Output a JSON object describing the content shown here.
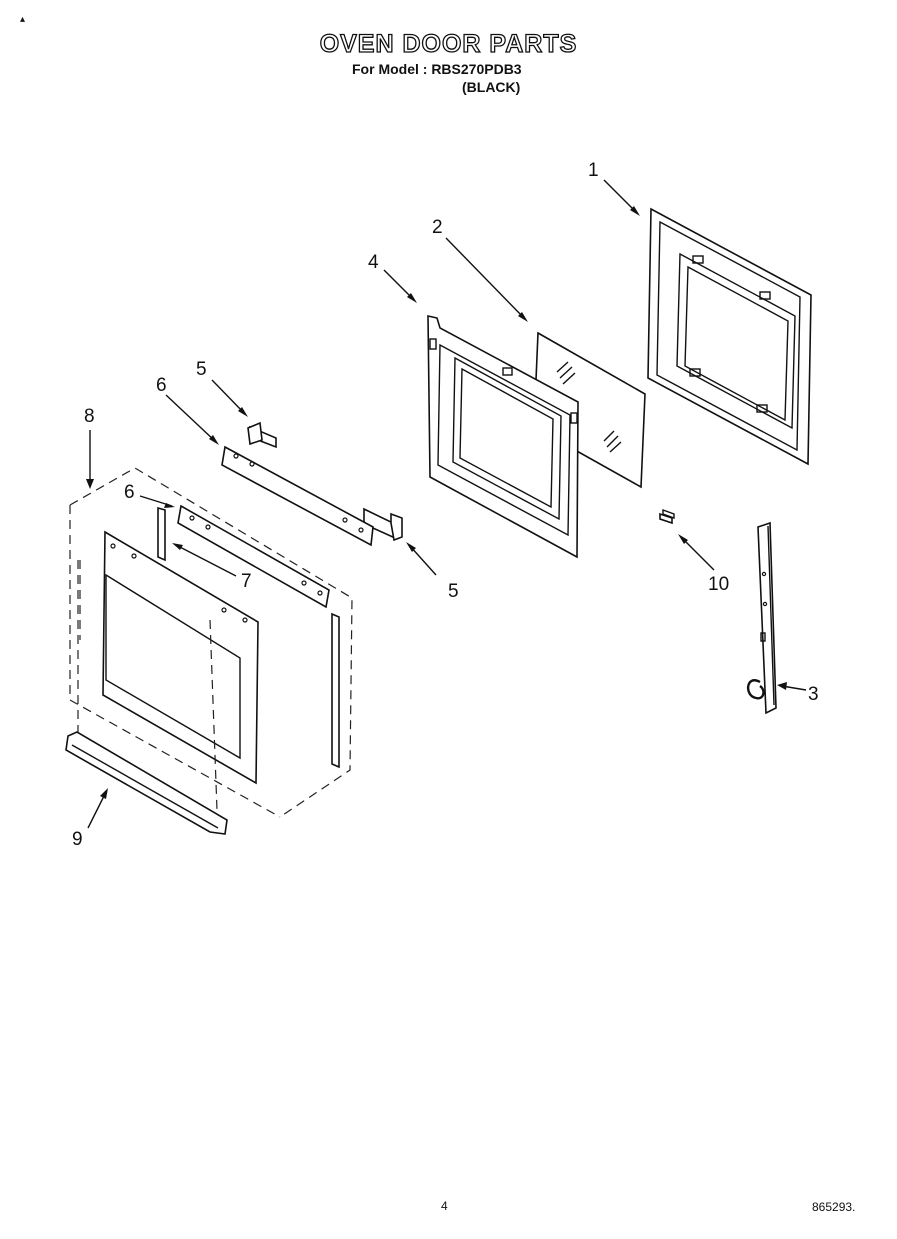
{
  "header": {
    "title": "OVEN DOOR PARTS",
    "model_line": "For Model : RBS270PDB3",
    "variant": "(BLACK)",
    "corner_mark": "▴"
  },
  "callouts": [
    {
      "id": "door-outer-panel",
      "label": "1"
    },
    {
      "id": "door-glass",
      "label": "2"
    },
    {
      "id": "door-hinge",
      "label": "3"
    },
    {
      "id": "door-inner-frame",
      "label": "4"
    },
    {
      "id": "glass-clip-upper",
      "label": "5"
    },
    {
      "id": "glass-clip-lower",
      "label": "5"
    },
    {
      "id": "support-bracket-upper",
      "label": "6"
    },
    {
      "id": "support-bracket-lower",
      "label": "6"
    },
    {
      "id": "side-trim",
      "label": "7"
    },
    {
      "id": "door-assembly",
      "label": "8"
    },
    {
      "id": "door-handle",
      "label": "9"
    },
    {
      "id": "door-stop",
      "label": "10"
    }
  ],
  "footer": {
    "page_number": "4",
    "doc_number": "865293",
    "doc_suffix": "."
  }
}
